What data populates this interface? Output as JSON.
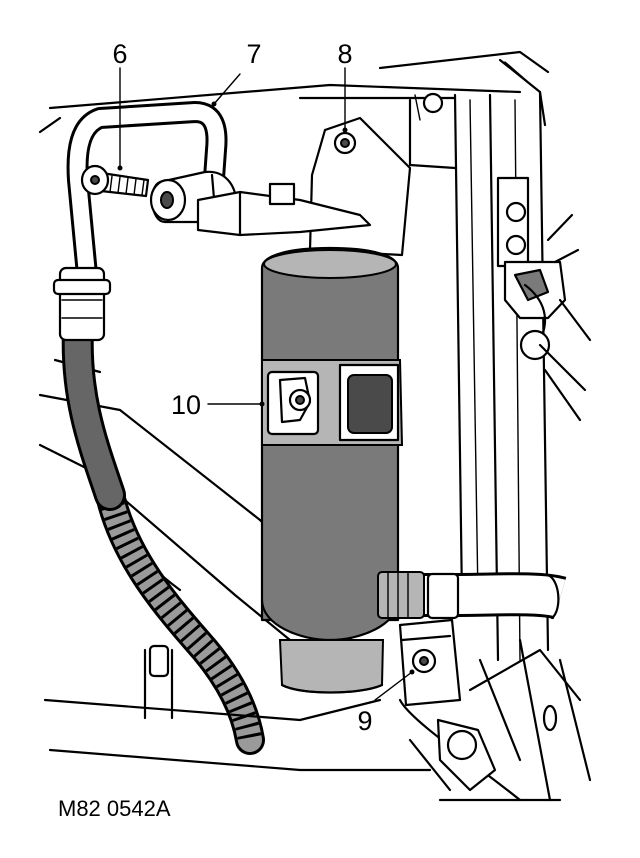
{
  "callouts": {
    "c6": "6",
    "c7": "7",
    "c8": "8",
    "c9": "9",
    "c10": "10"
  },
  "figure_ref": "M82 0542A"
}
